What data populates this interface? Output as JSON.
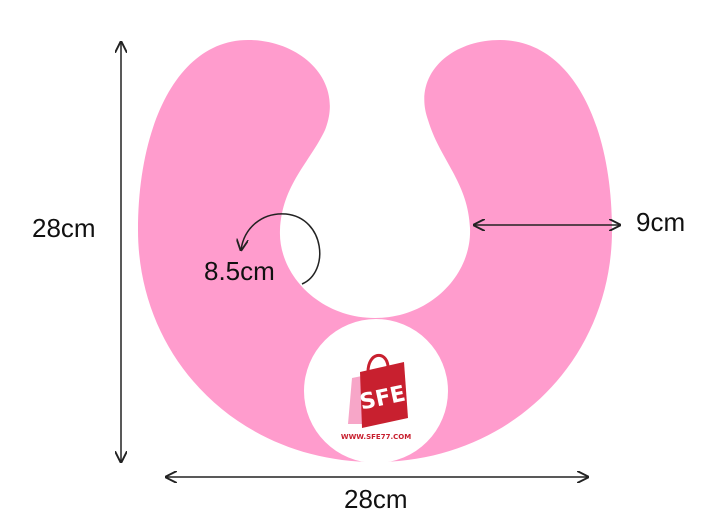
{
  "colors": {
    "pillow": "#ff9ccd",
    "background": "#ffffff",
    "dimension_line": "#222222",
    "logo_red": "#c8202f",
    "logo_pink": "#f7a6c8"
  },
  "dimensions": {
    "height_label": "28cm",
    "width_label": "28cm",
    "arm_width_label": "9cm",
    "inner_radius_label": "8.5cm"
  },
  "logo": {
    "mark": "SFE",
    "website": "WWW.SFE77.COM"
  }
}
